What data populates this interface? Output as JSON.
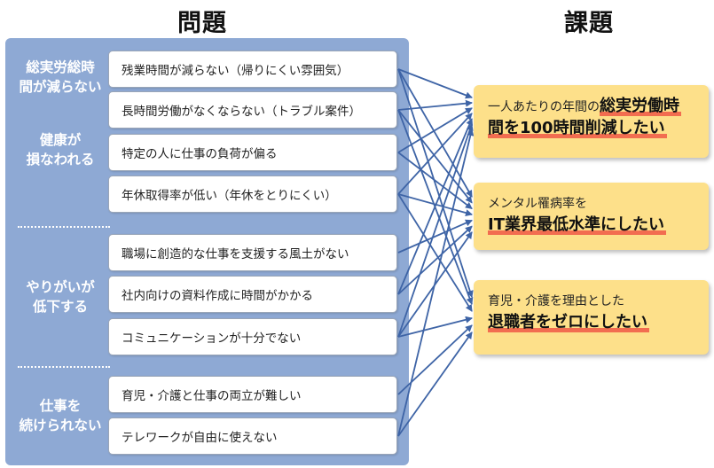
{
  "headings": {
    "problems": "問題",
    "challenges": "課題"
  },
  "categories": [
    {
      "lines": [
        "総実労総時",
        "間が減らない"
      ]
    },
    {
      "lines": [
        "健康が",
        "損なわれる"
      ]
    },
    {
      "lines": [
        "やりがいが",
        "低下する"
      ]
    },
    {
      "lines": [
        "仕事を",
        "続けられない"
      ]
    }
  ],
  "issues": [
    "残業時間が減らない（帰りにくい雰囲気）",
    "長時間労働がなくならない（トラブル案件）",
    "特定の人に仕事の負荷が偏る",
    "年休取得率が低い（年休をとりにくい）",
    "職場に創造的な仕事を支援する風土がない",
    "社内向けの資料作成に時間がかかる",
    "コミュニケーションが十分でない",
    "育児・介護と仕事の両立が難しい",
    "テレワークが自由に使えない"
  ],
  "goals": [
    {
      "lead": "一人あたりの年間の",
      "lead_em": "総実労働時",
      "main": "間を100時間削減したい"
    },
    {
      "lead": "メンタル罹病率を",
      "main": "IT業界最低水準にしたい"
    },
    {
      "lead": "育児・介護を理由とした",
      "main": "退職者をゼロにしたい"
    }
  ],
  "links": [
    [
      0,
      0
    ],
    [
      0,
      1
    ],
    [
      0,
      2
    ],
    [
      1,
      0
    ],
    [
      1,
      1
    ],
    [
      1,
      2
    ],
    [
      2,
      0
    ],
    [
      2,
      1
    ],
    [
      3,
      0
    ],
    [
      3,
      1
    ],
    [
      3,
      2
    ],
    [
      4,
      1
    ],
    [
      5,
      0
    ],
    [
      5,
      1
    ],
    [
      6,
      0
    ],
    [
      6,
      1
    ],
    [
      6,
      2
    ],
    [
      7,
      2
    ],
    [
      8,
      0
    ],
    [
      8,
      2
    ]
  ],
  "colors": {
    "panel": "#8ea9d4",
    "arrow": "#3e64a6",
    "goal_box": "#fde08a",
    "underline": "#f26d50"
  }
}
